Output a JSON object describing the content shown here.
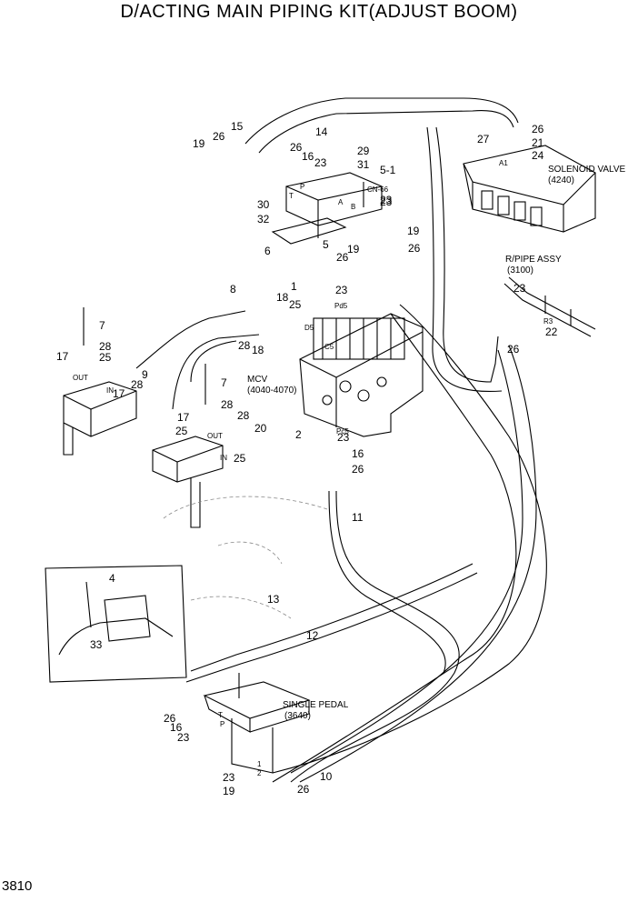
{
  "title": "D/ACTING MAIN PIPING KIT(ADJUST BOOM)",
  "page_number": "3810",
  "component_labels": {
    "solenoid_valve": "SOLENOID VALVE",
    "solenoid_valve_code": "(4240)",
    "rpipe_assy": "R/PIPE ASSY",
    "rpipe_assy_code": "(3100)",
    "mcv": "MCV",
    "mcv_code": "(4040-4070)",
    "single_pedal": "SINGLE PEDAL",
    "single_pedal_code": "(3640)",
    "cn66": "CN-66"
  },
  "port_labels": [
    "Pd5",
    "D5",
    "C5",
    "Pc5",
    "R3",
    "A1",
    "P",
    "T",
    "A",
    "B",
    "IN",
    "OUT",
    "IN",
    "OUT",
    "P",
    "T",
    "1",
    "2"
  ],
  "callouts": [
    "15",
    "26",
    "19",
    "14",
    "26",
    "16",
    "23",
    "29",
    "31",
    "5-1",
    "23",
    "26",
    "21",
    "27",
    "24",
    "30",
    "32",
    "6",
    "5",
    "23",
    "19",
    "26",
    "19",
    "26",
    "1",
    "23",
    "8",
    "18",
    "25",
    "28",
    "18",
    "7",
    "28",
    "25",
    "17",
    "28",
    "17",
    "9",
    "7",
    "28",
    "28",
    "17",
    "20",
    "25",
    "25",
    "2",
    "23",
    "16",
    "26",
    "11",
    "4",
    "33",
    "13",
    "12",
    "26",
    "16",
    "23",
    "23",
    "19",
    "10",
    "26",
    "23",
    "22",
    "26"
  ]
}
